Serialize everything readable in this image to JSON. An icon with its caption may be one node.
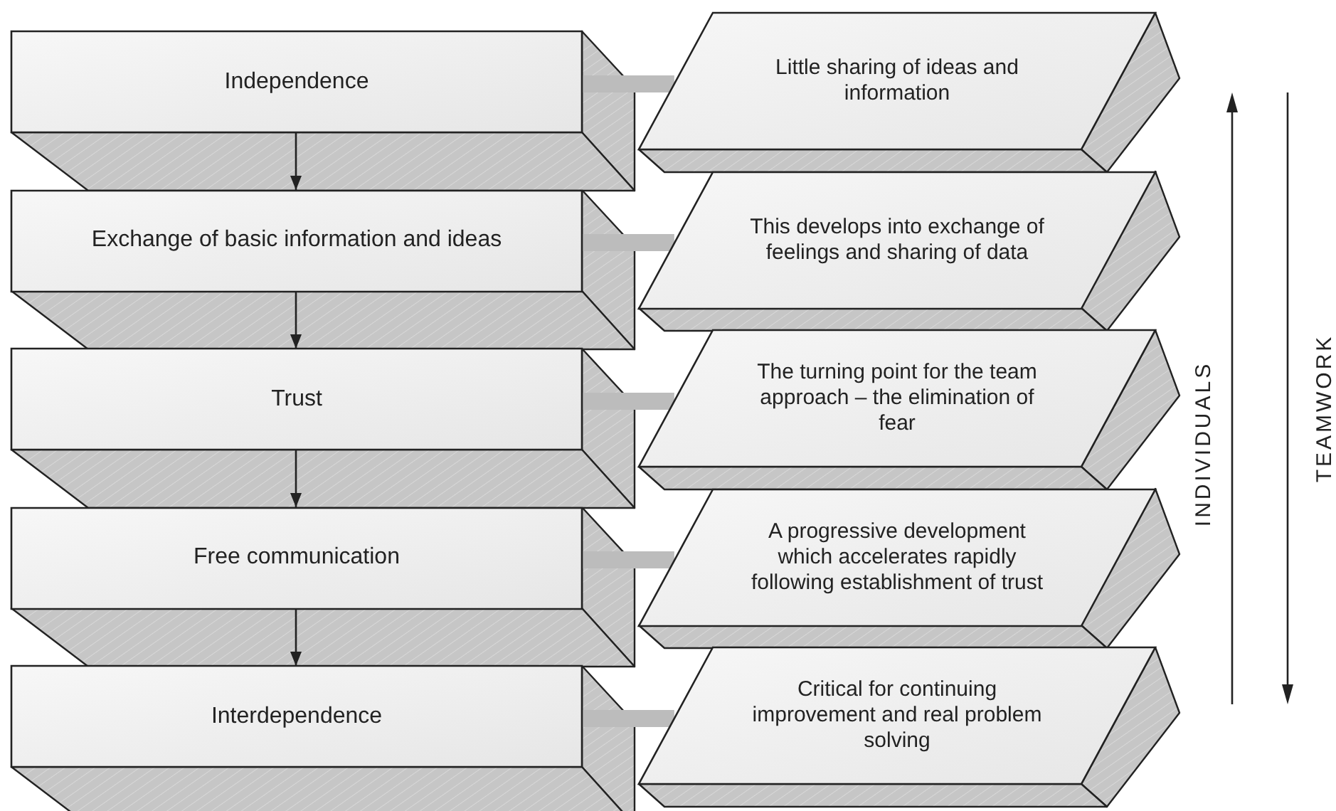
{
  "diagram": {
    "nodes": [
      {
        "text": [
          "Independence"
        ]
      },
      {
        "text": [
          "Little sharing of ideas and information"
        ]
      },
      {
        "text": [
          "Exchange of basic information and ideas"
        ]
      },
      {
        "text": [
          "This develops into exchange of feelings and sharing of data"
        ]
      },
      {
        "text": [
          "Trust"
        ]
      },
      {
        "text": [
          "The turning point for the team approach – the elimination of fear"
        ]
      },
      {
        "text": [
          "Free communication"
        ]
      },
      {
        "text": [
          "A progressive development which accelerates rapidly following establishment of trust"
        ]
      },
      {
        "text": [
          "Interdependence"
        ]
      },
      {
        "text": [
          "Critical for continuing improvement and real problem solving"
        ]
      }
    ],
    "edges": [
      {
        "from": 0,
        "to": 2,
        "arrow": "to",
        "color": "#222222"
      },
      {
        "from": 2,
        "to": 4,
        "arrow": "to",
        "color": "#222222"
      },
      {
        "from": 4,
        "to": 6,
        "arrow": "to",
        "color": "#222222"
      },
      {
        "from": 6,
        "to": 8,
        "arrow": "to",
        "color": "#222222"
      },
      {
        "from": 0,
        "to": 1,
        "arrow": "none"
      },
      {
        "from": 2,
        "to": 3,
        "arrow": "none"
      },
      {
        "from": 4,
        "to": 5,
        "arrow": "none"
      },
      {
        "from": 6,
        "to": 7,
        "arrow": "none"
      },
      {
        "from": 8,
        "to": 9,
        "arrow": "none"
      }
    ],
    "labels": [
      "INDIVIDUALS",
      "TEAMWORK"
    ]
  }
}
